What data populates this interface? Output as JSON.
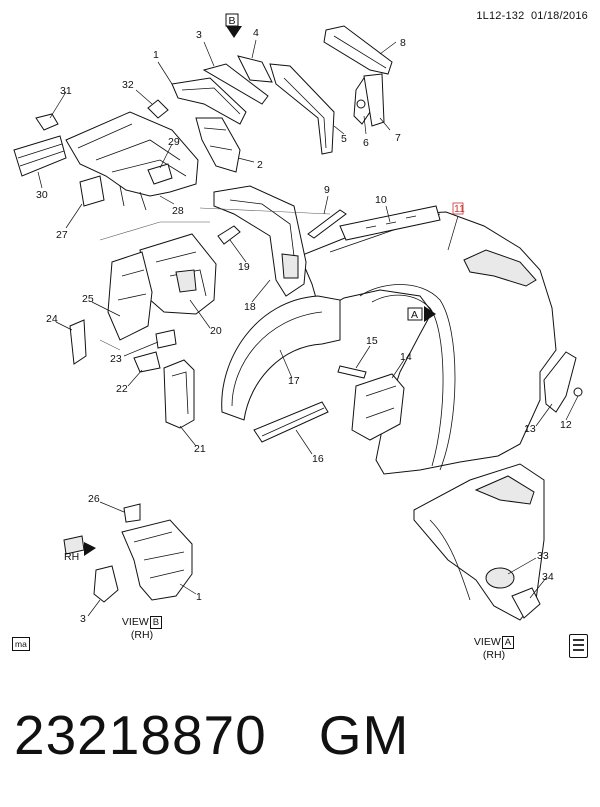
{
  "header": {
    "code": "1L12-132",
    "date": "01/18/2016"
  },
  "callouts": [
    "1",
    "2",
    "3",
    "4",
    "5",
    "6",
    "7",
    "8",
    "9",
    "10",
    "11",
    "12",
    "13",
    "14",
    "15",
    "16",
    "17",
    "18",
    "19",
    "20",
    "21",
    "22",
    "23",
    "24",
    "25",
    "26",
    "27",
    "28",
    "29",
    "30",
    "31",
    "32",
    "33",
    "34",
    "1",
    "3"
  ],
  "view_tags": {
    "b_small": "B",
    "a_small": "A",
    "rh_tag": "RH"
  },
  "view_b": {
    "word": "VIEW",
    "letter": "B",
    "side": "(RH)"
  },
  "view_a": {
    "word": "VIEW",
    "letter": "A",
    "side": "(RH)"
  },
  "badge": "ma",
  "footer": {
    "part_number": "23218870",
    "brand": "GM"
  }
}
